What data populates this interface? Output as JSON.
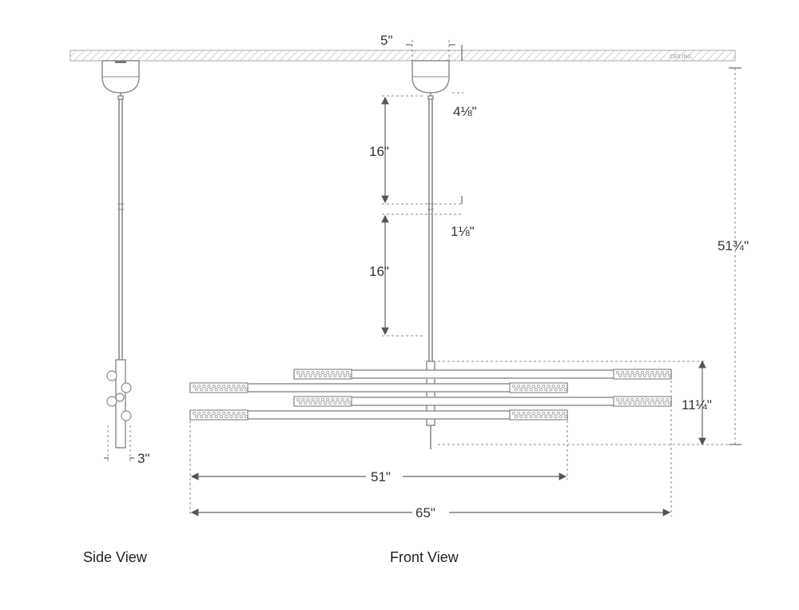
{
  "labels": {
    "canopy_width": "5\"",
    "canopy_height": "4⅛\"",
    "stem_upper": "16\"",
    "stem_gap": "1⅛\"",
    "stem_lower": "16\"",
    "overall_height": "51¾\"",
    "fixture_depth": "11¼\"",
    "side_depth": "3\"",
    "inner_width": "51\"",
    "overall_width": "65\""
  },
  "captions": {
    "side_view": "Side View",
    "front_view": "Front View"
  },
  "ceiling_text": "CEILING"
}
